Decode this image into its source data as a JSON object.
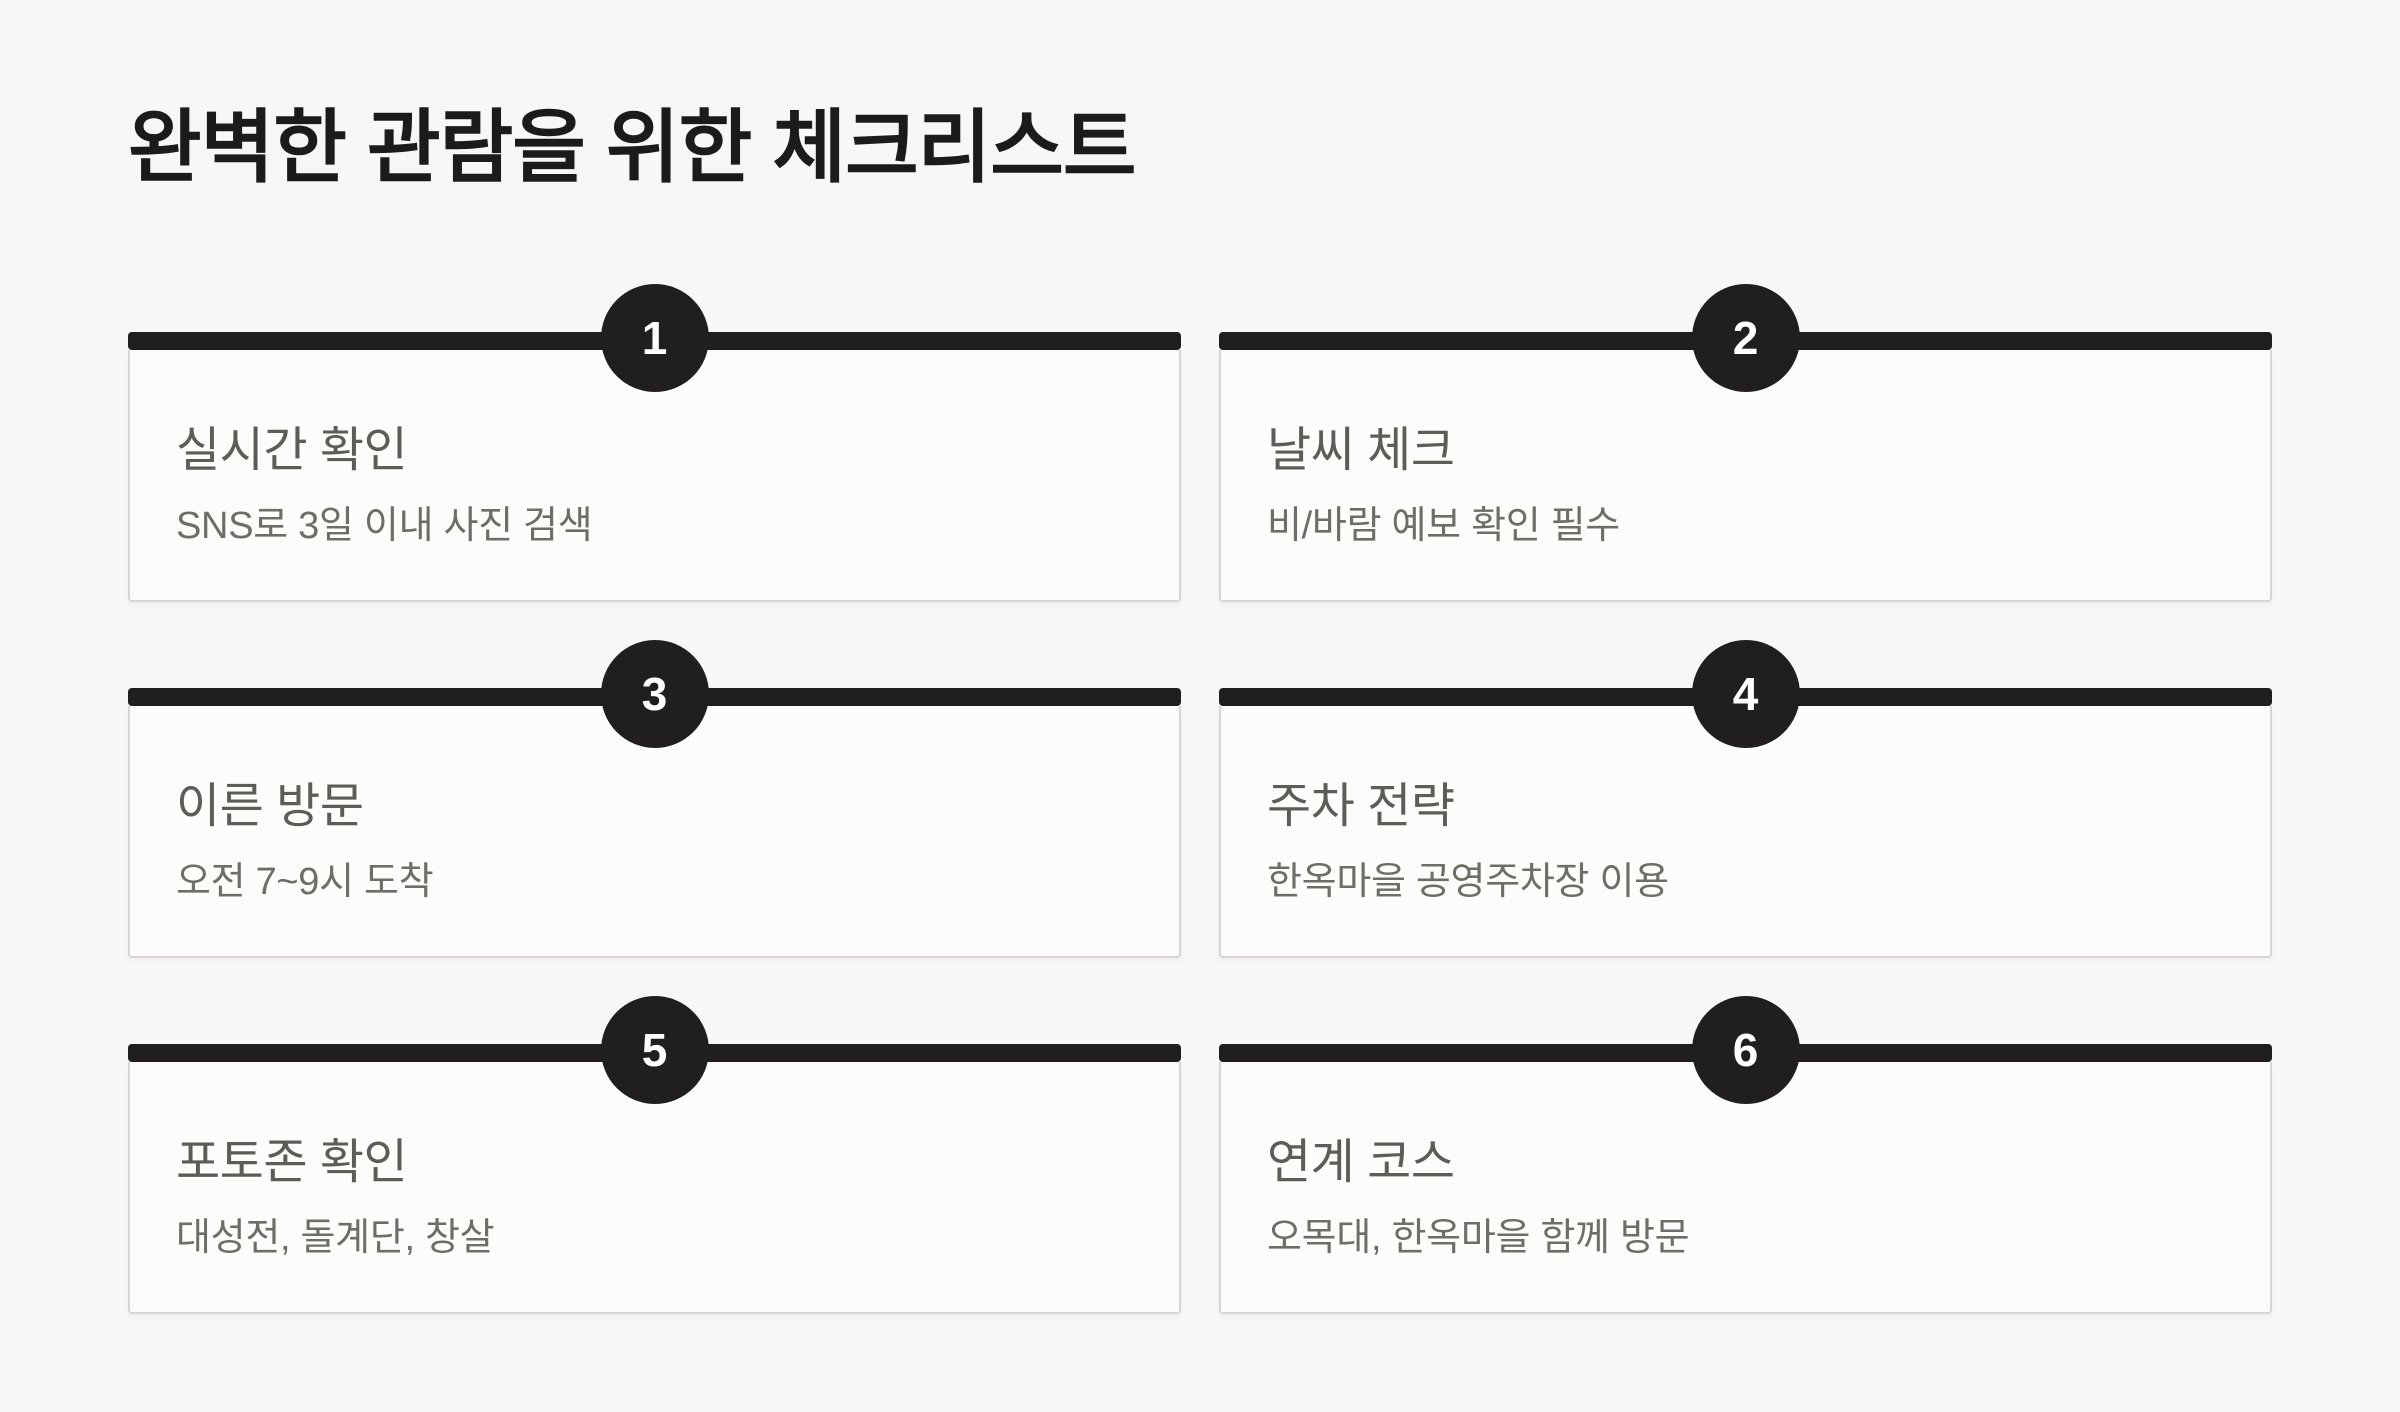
{
  "page": {
    "title": "완벽한 관람을 위한 체크리스트"
  },
  "colors": {
    "page_bg": "#f8f7f5",
    "card_bg": "#fcfcfb",
    "card_border": "#d8d5d2",
    "accent_dark": "#211f1d",
    "title_color": "#1c1b19",
    "heading_color": "#5d5d57",
    "description_color": "#6e6e67",
    "badge_text_color": "#ffffff"
  },
  "checklist": {
    "items": [
      {
        "number": "1",
        "title": "실시간 확인",
        "description": "SNS로 3일 이내 사진 검색"
      },
      {
        "number": "2",
        "title": "날씨 체크",
        "description": "비/바람 예보 확인 필수"
      },
      {
        "number": "3",
        "title": "이른 방문",
        "description": "오전 7~9시 도착"
      },
      {
        "number": "4",
        "title": "주차 전략",
        "description": "한옥마을 공영주차장 이용"
      },
      {
        "number": "5",
        "title": "포토존 확인",
        "description": "대성전, 돌계단, 창살"
      },
      {
        "number": "6",
        "title": "연계 코스",
        "description": "오목대, 한옥마을 함께 방문"
      }
    ]
  }
}
